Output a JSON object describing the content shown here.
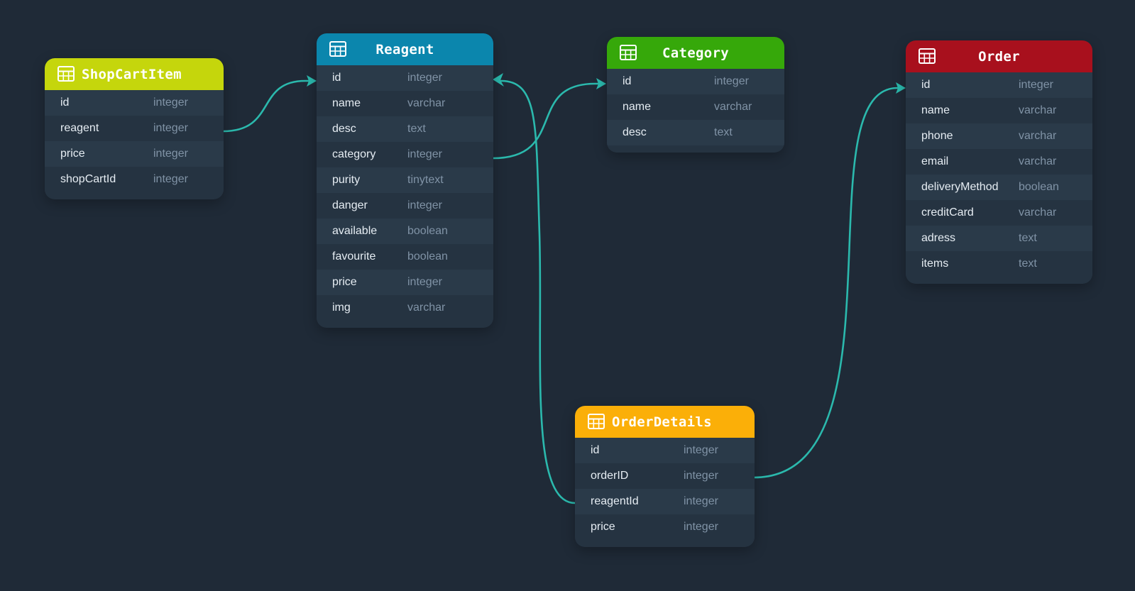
{
  "colors": {
    "background": "#1f2a37",
    "row_odd": "#2a3a49",
    "row_even": "#253341",
    "link": "#2bb9ad"
  },
  "tables": {
    "shopcartitem": {
      "name": "ShopCartItem",
      "header_color": "#c5d60c",
      "icon": "table-icon",
      "fields": [
        {
          "name": "id",
          "type": "integer"
        },
        {
          "name": "reagent",
          "type": "integer"
        },
        {
          "name": "price",
          "type": "integer"
        },
        {
          "name": "shopCartId",
          "type": "integer"
        }
      ]
    },
    "reagent": {
      "name": "Reagent",
      "header_color": "#0b86ad",
      "icon": "table-icon",
      "fields": [
        {
          "name": "id",
          "type": "integer"
        },
        {
          "name": "name",
          "type": "varchar"
        },
        {
          "name": "desc",
          "type": "text"
        },
        {
          "name": "category",
          "type": "integer"
        },
        {
          "name": "purity",
          "type": "tinytext"
        },
        {
          "name": "danger",
          "type": "integer"
        },
        {
          "name": "available",
          "type": "boolean"
        },
        {
          "name": "favourite",
          "type": "boolean"
        },
        {
          "name": "price",
          "type": "integer"
        },
        {
          "name": "img",
          "type": "varchar"
        }
      ]
    },
    "category": {
      "name": "Category",
      "header_color": "#36a80a",
      "icon": "table-icon",
      "fields": [
        {
          "name": "id",
          "type": "integer"
        },
        {
          "name": "name",
          "type": "varchar"
        },
        {
          "name": "desc",
          "type": "text"
        }
      ]
    },
    "order": {
      "name": "Order",
      "header_color": "#a8101d",
      "icon": "table-icon",
      "fields": [
        {
          "name": "id",
          "type": "integer"
        },
        {
          "name": "name",
          "type": "varchar"
        },
        {
          "name": "phone",
          "type": "varchar"
        },
        {
          "name": "email",
          "type": "varchar"
        },
        {
          "name": "deliveryMethod",
          "type": "boolean"
        },
        {
          "name": "creditCard",
          "type": "varchar"
        },
        {
          "name": "adress",
          "type": "text"
        },
        {
          "name": "items",
          "type": "text"
        }
      ]
    },
    "orderdetails": {
      "name": "OrderDetails",
      "header_color": "#fbaf08",
      "icon": "table-icon",
      "fields": [
        {
          "name": "id",
          "type": "integer"
        },
        {
          "name": "orderID",
          "type": "integer"
        },
        {
          "name": "reagentId",
          "type": "integer"
        },
        {
          "name": "price",
          "type": "integer"
        }
      ]
    }
  },
  "relationships": [
    {
      "from": "ShopCartItem.reagent",
      "to": "Reagent.id"
    },
    {
      "from": "Reagent.category",
      "to": "Category.id"
    },
    {
      "from": "OrderDetails.reagentId",
      "to": "Reagent.id"
    },
    {
      "from": "OrderDetails.orderID",
      "to": "Order.id"
    }
  ]
}
